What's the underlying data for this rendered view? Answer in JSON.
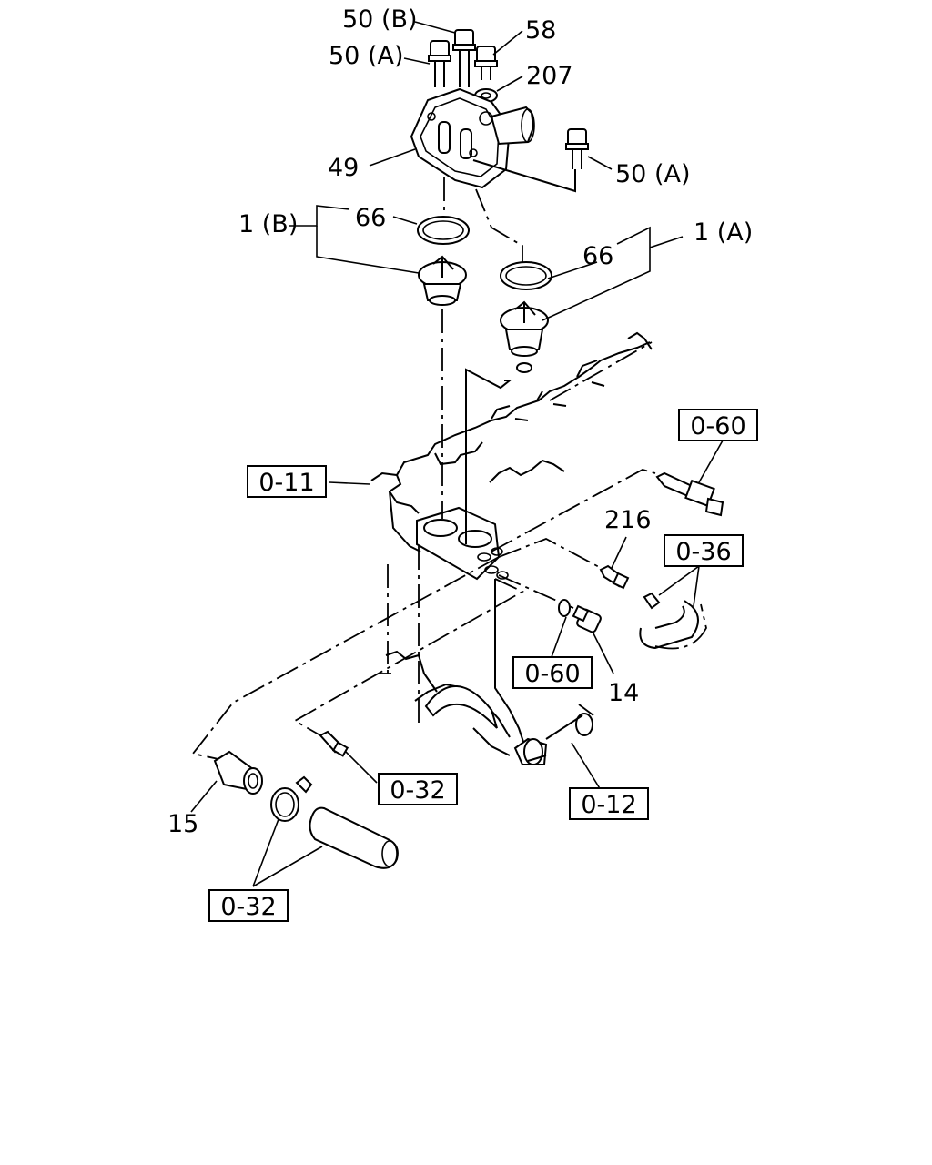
{
  "callouts": {
    "c50b": "50 (B)",
    "c58": "58",
    "c50a_top": "50 (A)",
    "c207": "207",
    "c49": "49",
    "c50a_right": "50 (A)",
    "c1b": "1 (B)",
    "c66_left": "66",
    "c1a": "1 (A)",
    "c66_right": "66",
    "c216": "216",
    "c14": "14",
    "c15": "15"
  },
  "references": {
    "r060_top": "0-60",
    "r011": "0-11",
    "r036": "0-36",
    "r060_mid": "0-60",
    "r032_mid": "0-32",
    "r012": "0-12",
    "r032_bottom": "0-32"
  }
}
